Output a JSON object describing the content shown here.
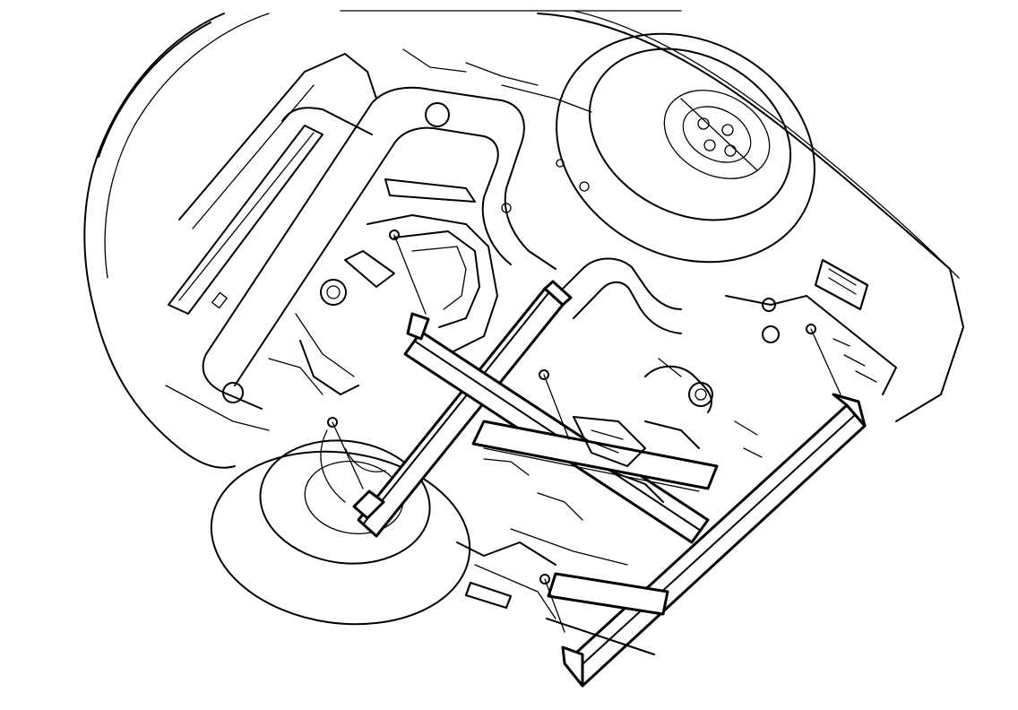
{
  "illustration": {
    "subject": "vehicle-underbody-lift-points",
    "style": "black-line-drawing",
    "line_color": "#000000",
    "background_color": "#ffffff",
    "lift_adapters": 5,
    "lift_arms": 3
  }
}
